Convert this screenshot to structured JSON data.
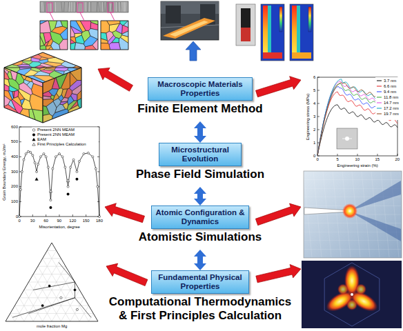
{
  "diagram": {
    "nodes": [
      {
        "text": [
          "Finite Element Method"
        ]
      },
      {
        "text": [
          "Macroscopic Materials Properties"
        ],
        "in": 0
      },
      {
        "text": [
          "Phase Field Simulation"
        ]
      },
      {
        "text": [
          "Microstructural Evolution"
        ],
        "in": 2
      },
      {
        "text": [
          "Atomistic Simulations"
        ]
      },
      {
        "text": [
          "Atomic Configuration & Dynamics"
        ],
        "in": 4
      },
      {
        "text": [
          "Computational Thermodynamics & First Principles Calculation"
        ]
      },
      {
        "text": [
          "Fundamental Physical Properties"
        ],
        "in": 6
      }
    ],
    "edges": [
      {
        "from": 0,
        "to": 3,
        "arrow": "both"
      },
      {
        "from": 2,
        "to": 5,
        "arrow": "both"
      },
      {
        "from": 4,
        "to": 7,
        "arrow": "both"
      }
    ],
    "labels": [
      "0",
      "100",
      "200",
      "300",
      "400",
      "500",
      "600",
      "0",
      "30",
      "60",
      "90",
      "120",
      "150",
      "180",
      "Misorientation, degree",
      "Grain Boundary Energy, mJ/m²",
      "0",
      "1",
      "2",
      "3",
      "4",
      "5",
      "6",
      "0",
      "5",
      "10",
      "15",
      "20",
      "Engineering strain (%)",
      "Engineering stress (MPa)",
      "mole fraction Mg"
    ],
    "legend": [
      {
        "text": "Present 2NN MEAM"
      },
      {
        "text": "Present 2NN MEAM"
      },
      {
        "text": "EAM"
      },
      {
        "text": "First Principles Calculation"
      },
      {
        "text": "3.7 nm"
      },
      {
        "text": "6.6 nm"
      },
      {
        "text": "9.4 nm"
      },
      {
        "text": "11.8 nm"
      },
      {
        "text": "14.7 nm"
      },
      {
        "text": "17.2 nm"
      },
      {
        "text": "19.7 nm"
      }
    ]
  }
}
